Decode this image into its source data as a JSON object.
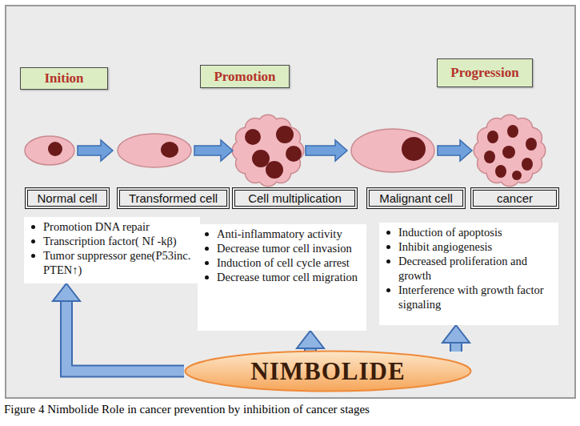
{
  "diagram": {
    "caption": "Figure 4 Nimbolide Role in cancer prevention by inhibition of cancer stages",
    "nodes": [
      {
        "text": [
          "Inition"
        ]
      },
      {
        "text": [
          "Promotion"
        ]
      },
      {
        "text": [
          "Progression"
        ]
      },
      {
        "text": [
          "Normal cell"
        ]
      },
      {
        "text": [
          "Transformed cell"
        ]
      },
      {
        "text": [
          "Cell multiplication"
        ]
      },
      {
        "text": [
          "Malignant cell"
        ]
      },
      {
        "text": [
          "cancer"
        ]
      },
      {
        "text": [
          "Promotion DNA repair",
          "Transcription factor( Nf -kβ)",
          "Tumor suppressor gene(P53inc. PTEN↑)"
        ]
      },
      {
        "text": [
          "Anti-inflammatory activity",
          "Decrease tumor cell invasion",
          "Induction of cell cycle arrest",
          "Decrease tumor cell migration"
        ]
      },
      {
        "text": [
          "Induction of apoptosis",
          "Inhibit angiogenesis",
          "Decreased proliferation and growth",
          "Interference with growth factor signaling"
        ]
      },
      {
        "text": [
          "NIMBOLIDE"
        ]
      }
    ],
    "edges": [
      {
        "from": 11,
        "to": 8,
        "arrow": "to"
      },
      {
        "from": 11,
        "to": 9,
        "arrow": "to"
      },
      {
        "from": 11,
        "to": 10,
        "arrow": "to"
      }
    ]
  }
}
